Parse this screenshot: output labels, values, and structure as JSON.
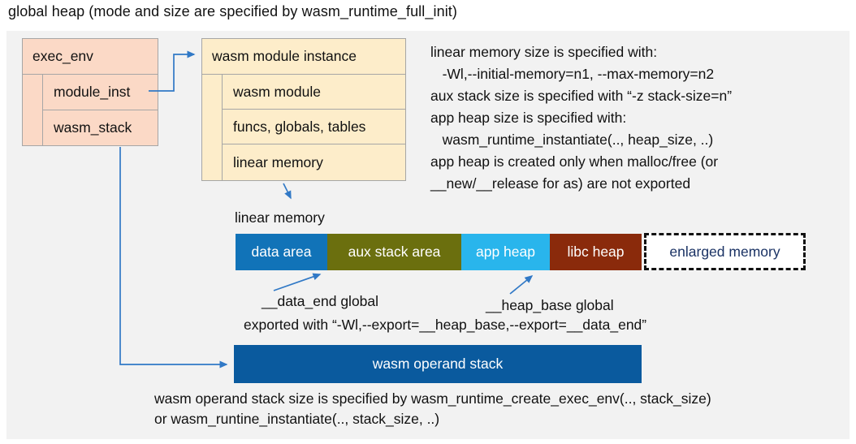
{
  "title": "global heap (mode and size are specified by wasm_runtime_full_init)",
  "exec_env": {
    "header": "exec_env",
    "rows": [
      "module_inst",
      "wasm_stack"
    ]
  },
  "module_instance": {
    "header": "wasm module instance",
    "rows": [
      "wasm module",
      "funcs, globals, tables",
      "linear memory"
    ]
  },
  "notes_right": [
    "linear memory size is specified with:",
    "   -Wl,--initial-memory=n1, --max-memory=n2",
    "aux stack size is specified with “-z stack-size=n”",
    "app heap size is specified with:",
    "   wasm_runtime_instantiate(.., heap_size, ..)",
    "app heap is created only when malloc/free (or",
    "__new/__release for as) are not exported"
  ],
  "linear_memory": {
    "label": "linear memory",
    "segments": [
      {
        "label": "data area",
        "color": "#1173b8",
        "text_color": "#ffffff"
      },
      {
        "label": "aux stack area",
        "color": "#6b6f0e",
        "text_color": "#ffffff"
      },
      {
        "label": "app heap",
        "color": "#29b5ec",
        "text_color": "#ffffff"
      },
      {
        "label": "libc heap",
        "color": "#8a2a0b",
        "text_color": "#ffffff"
      },
      {
        "label": "enlarged memory",
        "color": "#ffffff",
        "text_color": "#1a3264",
        "border": "dashed"
      }
    ]
  },
  "annotations": {
    "data_end": "__data_end global",
    "heap_base": "__heap_base global",
    "export_line": "exported with “-Wl,--export=__heap_base,--export=__data_end”"
  },
  "operand_stack": {
    "label": "wasm operand stack",
    "notes": [
      "wasm operand stack size is specified by wasm_runtime_create_exec_env(.., stack_size)",
      "or wasm_runtine_instantiate(.., stack_size, ..)"
    ]
  },
  "colors": {
    "panel_background": "#f2f2f2",
    "exec_env_fill": "#fbd9c6",
    "module_instance_fill": "#fdedca",
    "box_border": "#a6a6a6",
    "connector_blue": "#3179c6",
    "operand_stack_fill": "#0a5a9e"
  }
}
